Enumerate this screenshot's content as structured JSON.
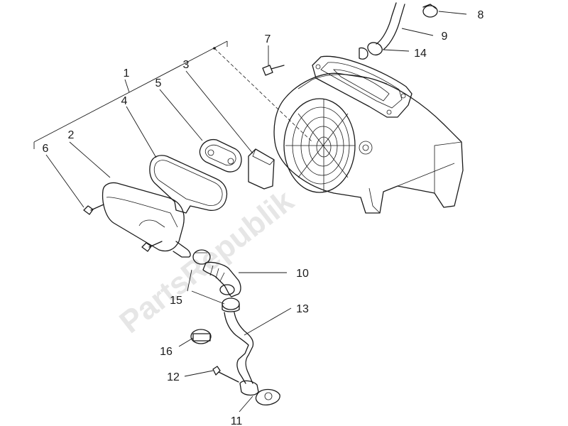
{
  "watermark": "PartsRepublik",
  "callouts": [
    "1",
    "2",
    "3",
    "4",
    "5",
    "6",
    "7",
    "8",
    "9",
    "10",
    "11",
    "12",
    "13",
    "14",
    "15",
    "16"
  ]
}
